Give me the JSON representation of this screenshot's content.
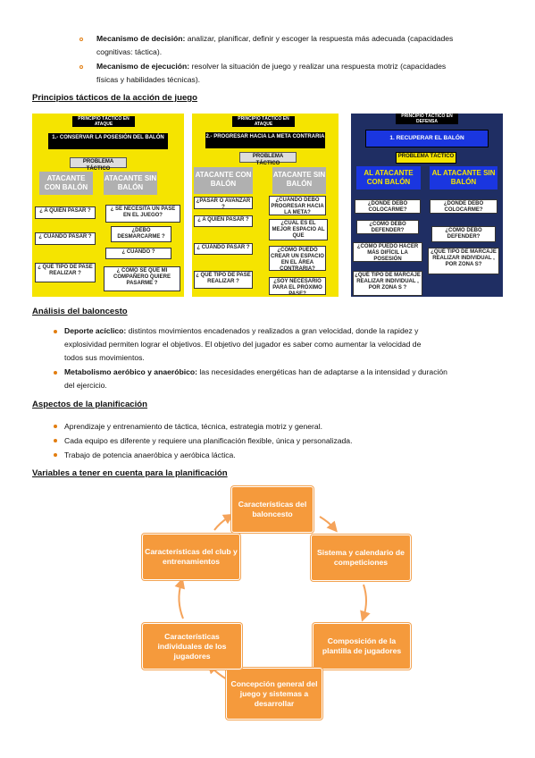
{
  "mechanisms": [
    {
      "term": "Mecanismo de decisión:",
      "line1": " analizar, planificar, definir y escoger la respuesta más adecuada (capacidades",
      "line2": "cognitivas: táctica)."
    },
    {
      "term": "Mecanismo de ejecución:",
      "line1": " resolver la situación de juego y realizar una respuesta motriz (capacidades",
      "line2": "físicas y habilidades técnicas)."
    }
  ],
  "section_principios": "Principios tácticos de la acción de juego",
  "diagram1": {
    "header": "PRINCIPIO TÁCTICO EN ATAQUE",
    "title": "1.- CONSERVAR LA POSESIÓN DEL BALÓN",
    "problem": "PROBLEMA TÁCTICO",
    "left_head": "ATACANTE CON BALÓN",
    "right_head": "ATACANTE SIN BALÓN",
    "left_items": [
      "¿ A QUIÉN PASAR ?",
      "¿ CUÁNDO PASAR ?",
      "¿ QUÉ TIPO DE PASE REALIZAR ?"
    ],
    "right_items": [
      "¿ SE NECESITA UN PASE EN EL JUEGO?",
      "¿DEBO DESMARCARME ?",
      "¿ CUÁNDO ?",
      "¿ CÓMO SE QUE MI COMPAÑERO QUIERE PASARME ?"
    ]
  },
  "diagram2": {
    "header": "PRINCIPIO TÁCTICO EN ATAQUE",
    "title": "2.- PROGRESAR HACIA LA META CONTRARIA",
    "problem": "PROBLEMA TÁCTICO",
    "left_head": "ATACANTE CON BALÓN",
    "right_head": "ATACANTE SIN BALÓN",
    "left_items": [
      "¿PASAR O AVANZAR ?",
      "¿ A QUIÉN PASAR ?",
      "¿ CUÁNDO PASAR ?",
      "¿ QUÉ TIPO DE PASE REALIZAR ?"
    ],
    "right_items": [
      "¿CUÁNDO DEBO PROGRESAR HACIA LA META?",
      "¿CUÁL ES EL MEJOR ESPACIO AL QUE DESPLAZARME?",
      "¿CÓMO PUEDO CREAR UN ESPACIO EN EL ÁREA CONTRARIA?",
      "¿SOY NECESARIO PARA EL PRÓXIMO PASE?"
    ]
  },
  "diagram3": {
    "header": "PRINCIPIO TÁCTICO EN DEFENSA",
    "title": "1.  RECUPERAR EL BALÓN",
    "problem": "PROBLEMA TÁCTICO",
    "left_head": "AL ATACANTE CON BALÓN",
    "right_head": "AL ATACANTE SIN BALÓN",
    "left_items": [
      "¿DÓNDE DEBO COLOCARME?",
      "¿CÓMO DEBO DEFENDER?",
      "¿CÓMO PUEDO HACER MÁS DIFÍCIL LA POSESIÓN",
      "¿QUÉ TIPO DE MARCAJE REALIZAR INDIVIDUAL , POR ZONA S ?"
    ],
    "right_items": [
      "¿DÓNDE DEBO COLOCARME?",
      "¿CÓMO DEBO DEFENDER?",
      "¿QUÉ TIPO DE MARCAJE REALIZAR INDIVIDUAL , POR ZONA S?"
    ]
  },
  "section_analisis": "Análisis del baloncesto",
  "analisis": [
    {
      "term": "Deporte acíclico:",
      "lines": [
        " distintos movimientos encadenados y realizados a gran velocidad, donde la rapidez y",
        "explosividad permiten lograr el objetivos. El objetivo del jugador es saber como aumentar la velocidad de",
        "todos sus movimientos."
      ]
    },
    {
      "term": "Metabolismo aeróbico y anaeróbico:",
      "lines": [
        " las necesidades energéticas han de adaptarse a la intensidad y duración",
        "del ejercicio."
      ]
    }
  ],
  "section_aspectos": "Aspectos de la planificación",
  "aspectos": [
    "Aprendizaje y entrenamiento de táctica, técnica, estrategia motriz y general.",
    "Cada equipo es diferente y requiere una planificación flexible, única y personalizada.",
    "Trabajo de potencia anaeróbica y aeróbica láctica."
  ],
  "section_variables": "Variables a tener en cuenta para la planificación",
  "cycle": [
    "Características del baloncesto",
    "Sistema y calendario de competiciones",
    "Composición de la plantilla de jugadores",
    "Concepción general del juego y sistemas a desarrollar",
    "Características individuales de los jugadores",
    "Características del club y entrenamientos"
  ],
  "colors": {
    "accent": "#F59A3C",
    "diagram_yellow": "#F5E400",
    "diagram_navy": "#1F2E63",
    "diagram_title_blue": "#1A36E0"
  }
}
